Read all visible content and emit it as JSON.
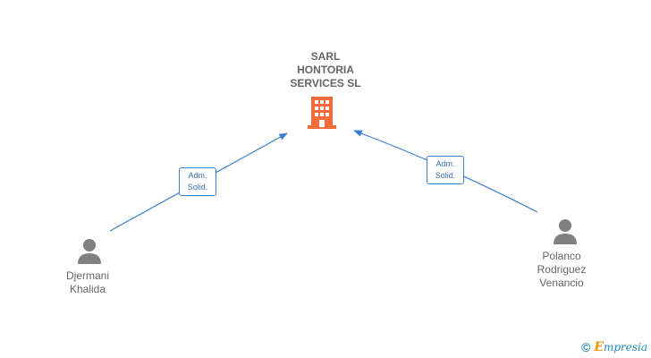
{
  "company": {
    "name_lines": [
      "SARL",
      "HONTORIA",
      "SERVICES SL"
    ],
    "icon": "building-icon",
    "icon_color": "#f26b3a"
  },
  "people": [
    {
      "id": "djermani",
      "name_lines": [
        "Djermani",
        "Khalida"
      ],
      "icon": "person-icon",
      "role_lines": [
        "Adm.",
        "Solid."
      ]
    },
    {
      "id": "polanco",
      "name_lines": [
        "Polanco",
        "Rodriguez",
        "Venancio"
      ],
      "icon": "person-icon",
      "role_lines": [
        "Adm.",
        "Solid."
      ]
    }
  ],
  "colors": {
    "edge": "#3b7fd0",
    "person": "#808080",
    "text": "#666666"
  },
  "brand": {
    "copyright_symbol": "©",
    "name_first_letter": "E",
    "name_rest": "mpresia"
  }
}
